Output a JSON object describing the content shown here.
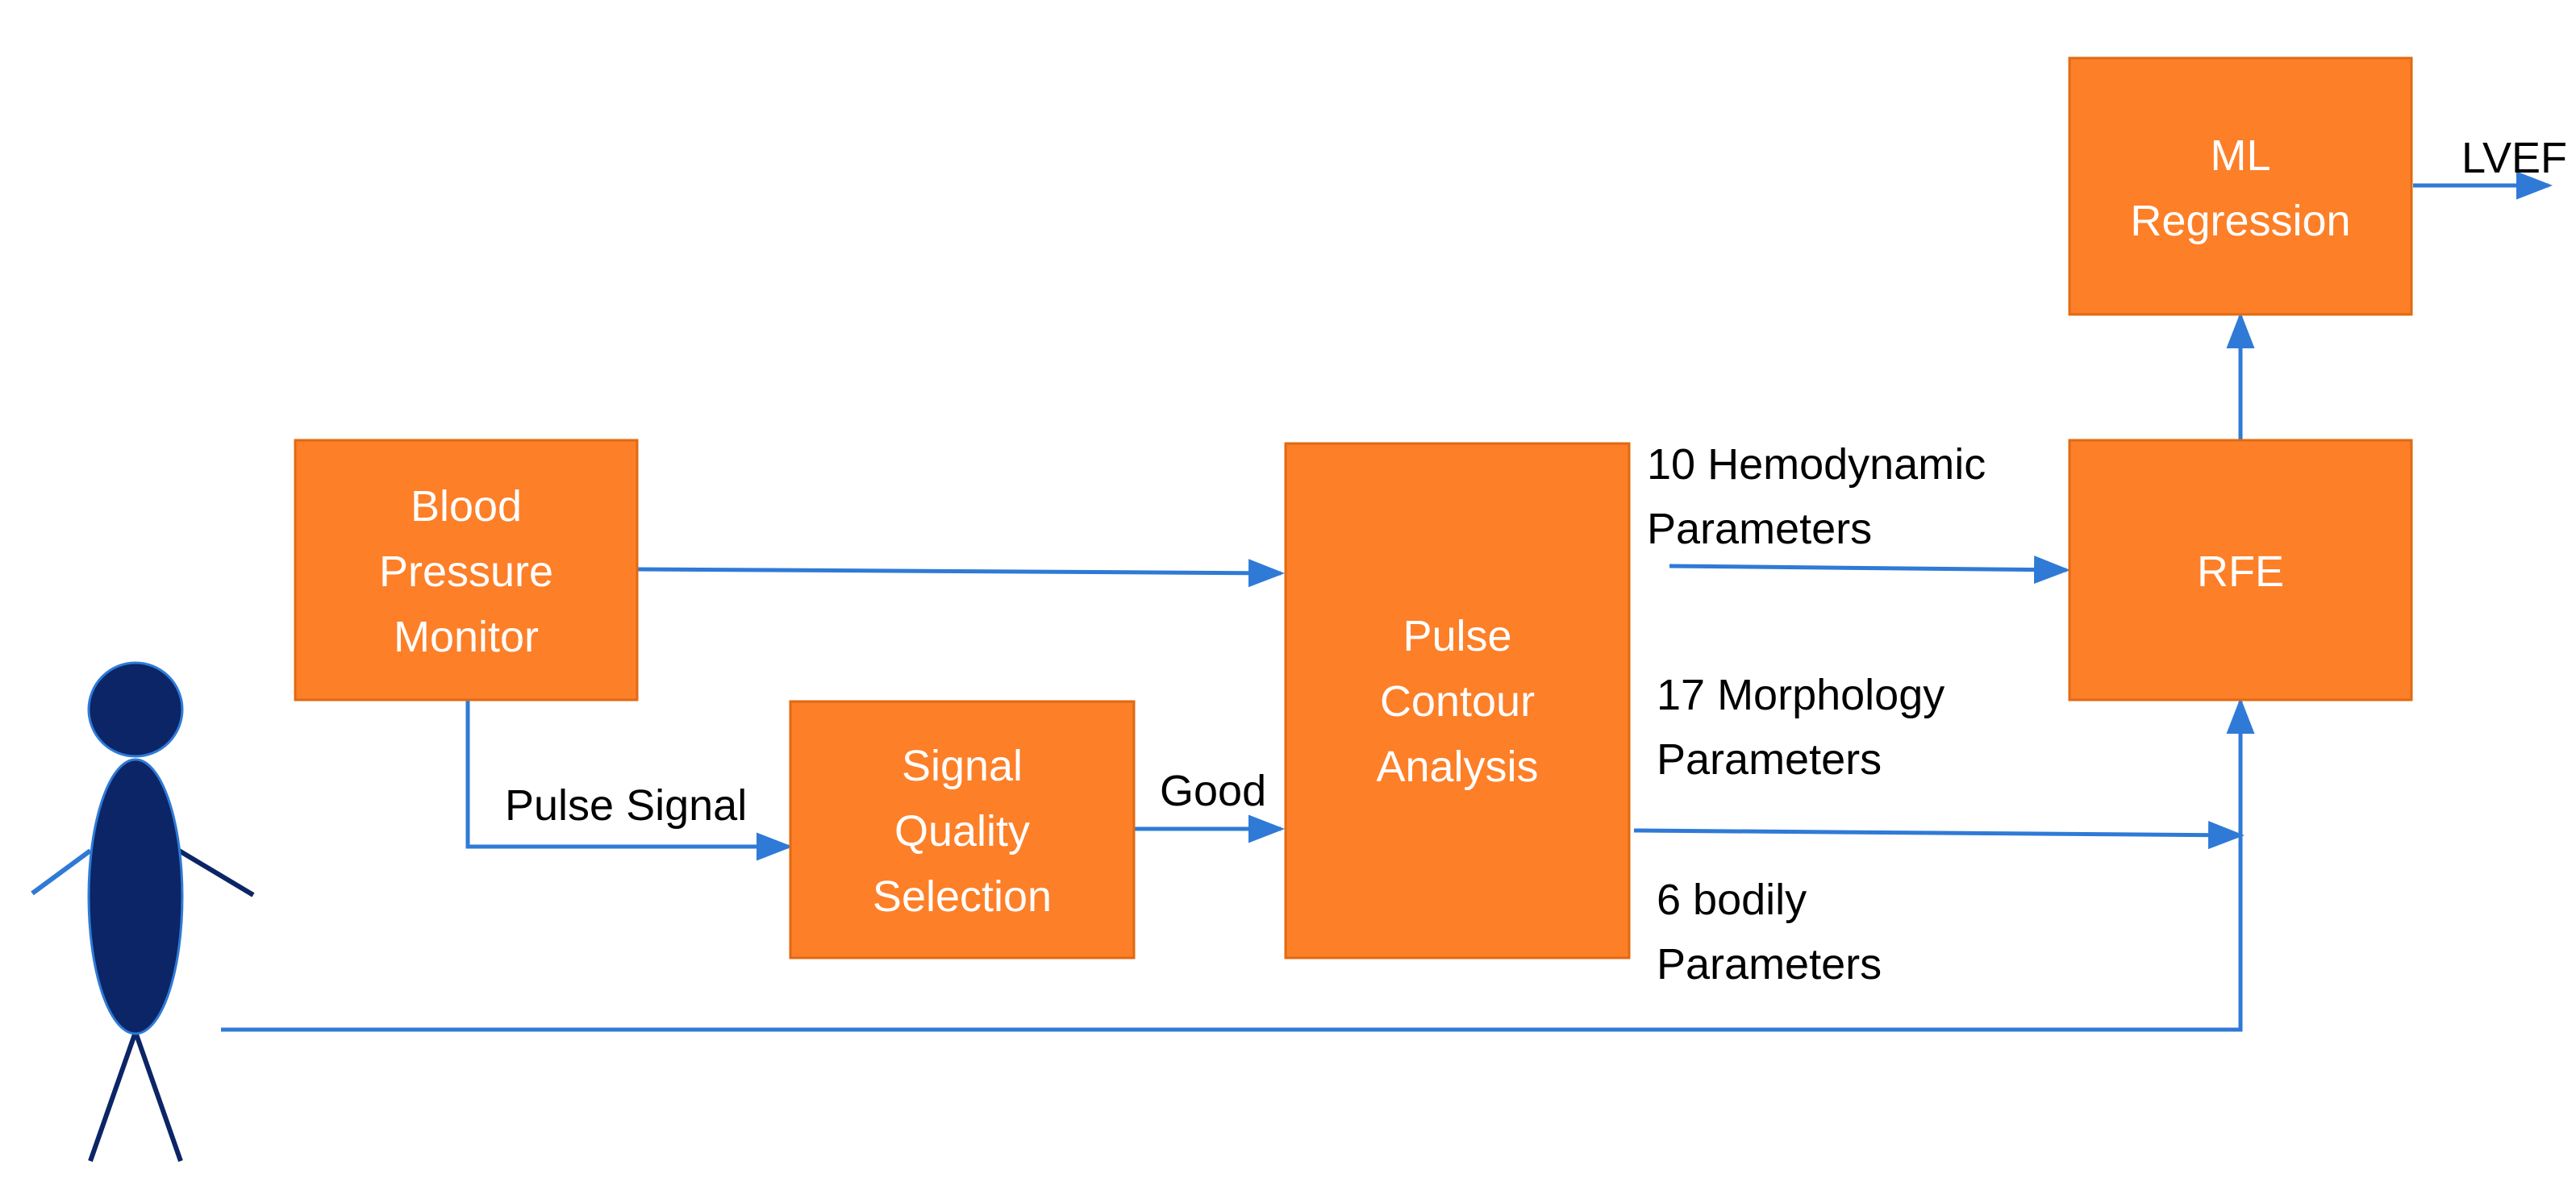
{
  "boxes": {
    "bp_monitor": [
      "Blood",
      "Pressure",
      "Monitor"
    ],
    "signal_quality": [
      "Signal",
      "Quality",
      "Selection"
    ],
    "pulse_contour": [
      "Pulse",
      "Contour",
      "Analysis"
    ],
    "rfe": [
      "RFE"
    ],
    "ml_regression": [
      "ML",
      "Regression"
    ]
  },
  "edge_labels": {
    "pulse_signal": "Pulse Signal",
    "good": "Good",
    "hemodynamic": [
      "10 Hemodynamic",
      "Parameters"
    ],
    "morphology": [
      "17 Morphology",
      "Parameters"
    ],
    "bodily": [
      "6 bodily",
      "Parameters"
    ],
    "output": "LVEF"
  },
  "colors": {
    "box_fill": "#fd7f28",
    "arrow": "#2f7ad6",
    "person": "#0b2566",
    "text_on_box": "#ffffff"
  }
}
